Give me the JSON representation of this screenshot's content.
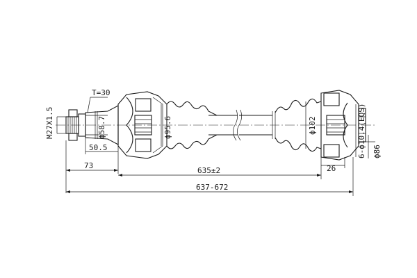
{
  "dimensions": {
    "thread": "M27X1.5",
    "thickness": "T=30",
    "dia_58_7": "ϕ58.7",
    "len_50_5": "50.5",
    "dia_95_6": "ϕ95.6",
    "len_73": "73",
    "dia_102": "ϕ102",
    "bolt_holes": "6-ϕ10.4(EQS)",
    "dia_86": "ϕ86",
    "len_26": "26",
    "len_635": "635±2",
    "len_637_672": "637-672"
  },
  "colors": {
    "line": "#1a1a1a",
    "background": "#ffffff"
  }
}
